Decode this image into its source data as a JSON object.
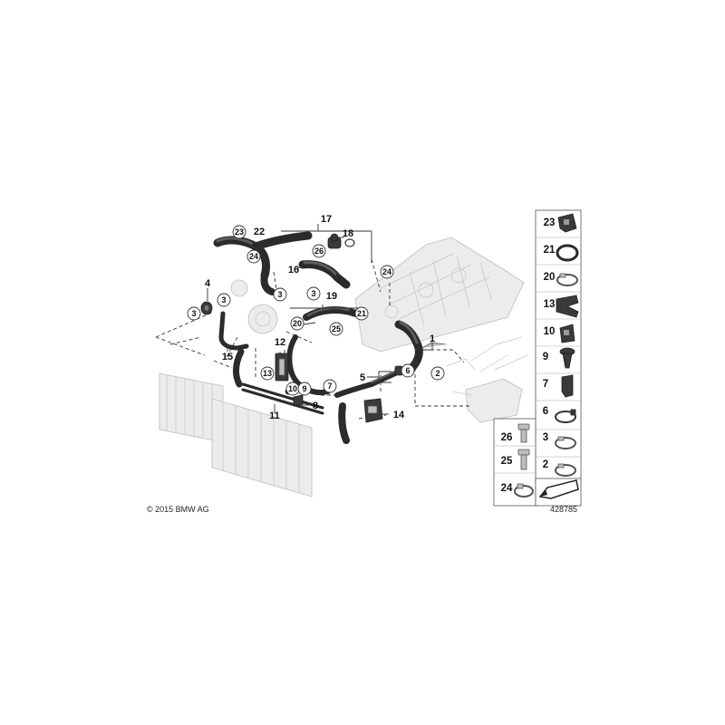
{
  "copyright": "© 2015 BMW AG",
  "figure_number": "428785",
  "callouts": {
    "c1": "1",
    "c2": "2",
    "c3a": "3",
    "c3b": "3",
    "c3c": "3",
    "c3d": "3",
    "c4": "4",
    "c5": "5",
    "c6": "6",
    "c7": "7",
    "c8": "8",
    "c9": "9",
    "c10": "10",
    "c11": "11",
    "c12": "12",
    "c13": "13",
    "c14": "14",
    "c15": "15",
    "c16": "16",
    "c17": "17",
    "c18": "18",
    "c19": "19",
    "c20": "20",
    "c21": "21",
    "c22": "22",
    "c23": "23",
    "c24a": "24",
    "c24b": "24",
    "c25": "25",
    "c26": "26"
  },
  "legend_right": [
    "23",
    "21",
    "20",
    "13",
    "10",
    "9",
    "7",
    "6",
    "3",
    "2"
  ],
  "legend_left": [
    "26",
    "25",
    "24"
  ],
  "icons": {
    "p23": "spring-clip-icon",
    "p21": "o-ring-icon",
    "p20": "hose-clamp-icon",
    "p13": "bracket-clip-icon",
    "p10": "clamp-icon",
    "p9": "expanding-rivet-icon",
    "p7": "holder-clip-icon",
    "p6": "hose-clamp-icon",
    "p3": "hose-clamp-icon",
    "p2": "hose-clamp-icon",
    "p26": "bolt-icon",
    "p25": "bolt-icon",
    "p24": "hose-clamp-icon",
    "pw": "arrow-wedge-icon"
  }
}
